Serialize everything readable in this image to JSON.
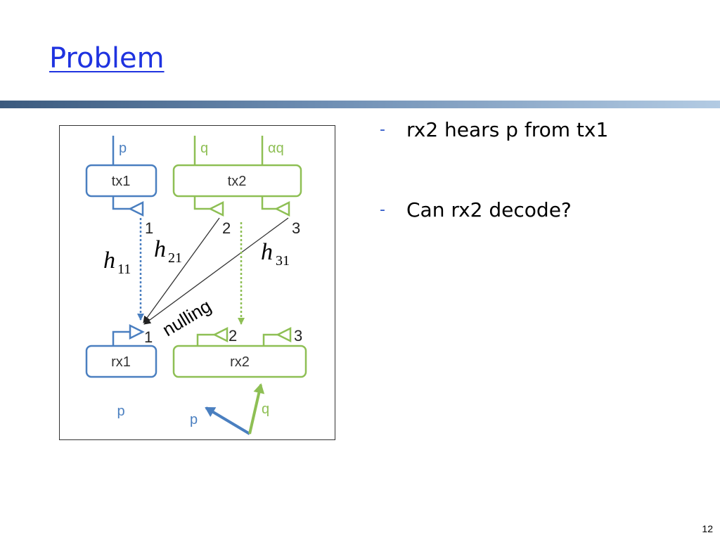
{
  "slide": {
    "title": "Problem",
    "page_number": "12"
  },
  "bullets": [
    {
      "dash": "-",
      "text": "rx2 hears p from tx1"
    },
    {
      "dash": "-",
      "text": "Can rx2 decode?"
    }
  ],
  "diagram": {
    "colors": {
      "blue": "#4a7fc0",
      "green": "#8ebf54",
      "black": "#222222"
    },
    "tx1": {
      "label": "tx1",
      "stream": "p",
      "antenna": "1"
    },
    "tx2": {
      "label": "tx2",
      "streams": [
        "q",
        "αq"
      ],
      "antennas": [
        "2",
        "3"
      ]
    },
    "rx1": {
      "label": "rx1",
      "antenna": "1",
      "decoded": "p"
    },
    "rx2": {
      "label": "rx2",
      "antennas": [
        "2",
        "3"
      ],
      "vector_labels": [
        "p",
        "q"
      ]
    },
    "channels": [
      {
        "h": "h",
        "sub": "11"
      },
      {
        "h": "h",
        "sub": "21"
      },
      {
        "h": "h",
        "sub": "31"
      }
    ],
    "nulling_label": "nulling"
  }
}
